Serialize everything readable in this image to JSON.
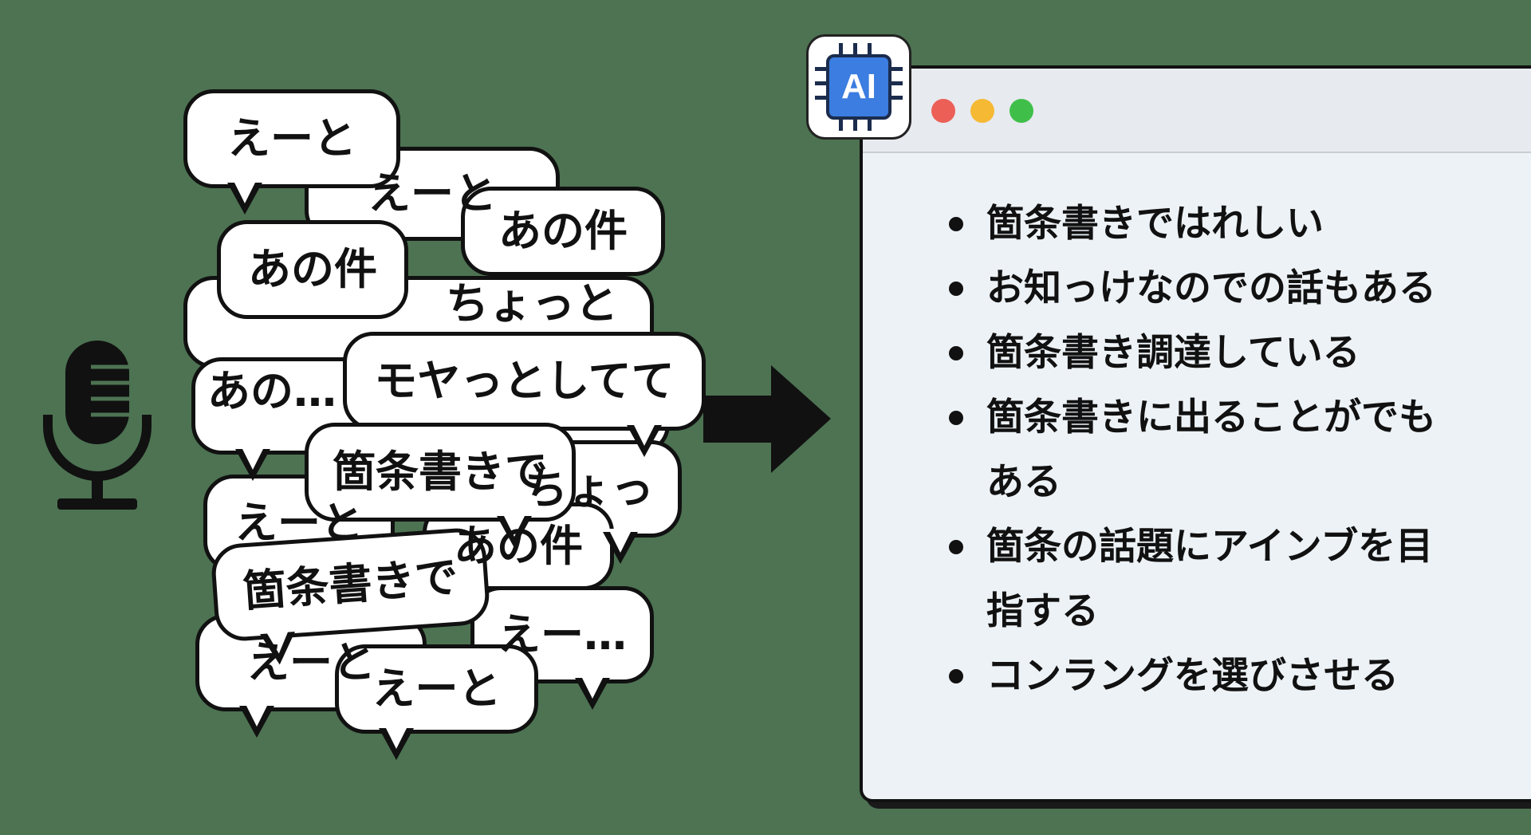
{
  "speech_bubbles": {
    "back": [
      "えーと",
      "あの件",
      "ちょっと",
      "あの…",
      "ちょっ",
      "えーと",
      "あの件",
      "えー…",
      "えーと"
    ],
    "front": [
      "えーと",
      "あの件",
      "モヤっとしてて",
      "箇条書きで",
      "箇条書きで",
      "えーと"
    ]
  },
  "ai_badge": {
    "label": "AI"
  },
  "window": {
    "dot_colors": [
      "#ec5f57",
      "#f5b934",
      "#3fbf4a"
    ]
  },
  "summary_items": [
    "箇条書きではれしい",
    "お知っけなのでの話もある",
    "箇条書き調達している",
    "箇条書きに出ることがでもある",
    "箇条の話題にアインブを目指する",
    "コンラングを選びさせる"
  ]
}
